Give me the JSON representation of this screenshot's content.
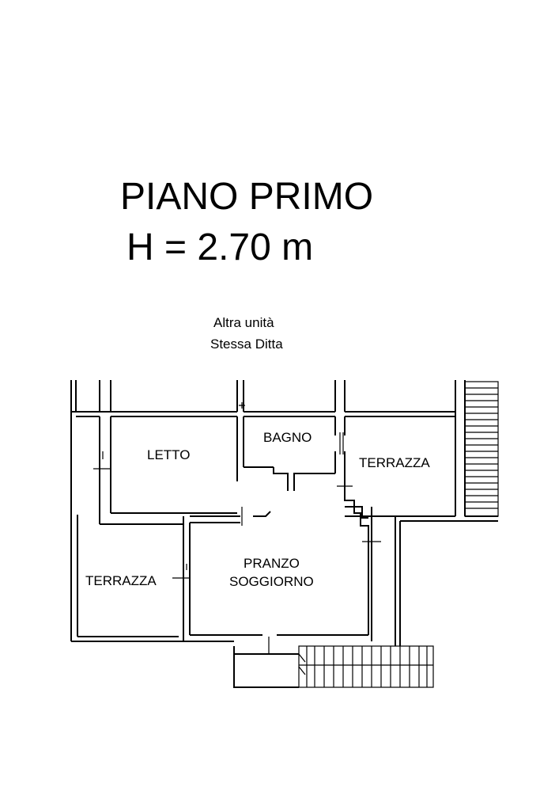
{
  "header": {
    "title": "PIANO PRIMO",
    "height": "H = 2.70 m"
  },
  "note": {
    "line1": "Altra unità",
    "line2": "Stessa Ditta"
  },
  "rooms": {
    "letto": "LETTO",
    "bagno": "BAGNO",
    "terrazza_right": "TERRAZZA",
    "terrazza_left": "TERRAZZA",
    "pranzo": "PRANZO",
    "soggiorno": "SOGGIORNO"
  }
}
